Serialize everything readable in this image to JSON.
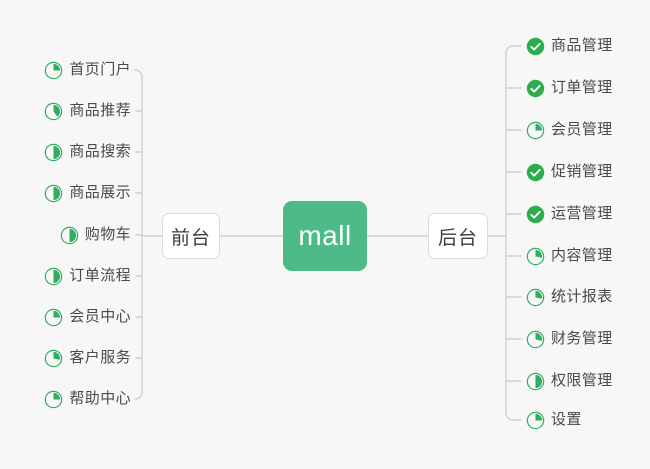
{
  "diagram": {
    "type": "mindmap",
    "background_color": "#f7f7f7",
    "root": {
      "label": "mall",
      "fill": "#4cbb87",
      "text_color": "#ffffff"
    },
    "branches": [
      {
        "label": "前台",
        "side": "left"
      },
      {
        "label": "后台",
        "side": "right"
      }
    ],
    "accent_color": "#2eae5e",
    "line_color": "#cfcfcf"
  },
  "left_items": [
    {
      "label": "首页门户",
      "icon": "pie-progress-icon",
      "progress": 25
    },
    {
      "label": "商品推荐",
      "icon": "pie-progress-icon",
      "progress": 40
    },
    {
      "label": "商品搜索",
      "icon": "pie-progress-icon",
      "progress": 50
    },
    {
      "label": "商品展示",
      "icon": "pie-progress-icon",
      "progress": 50
    },
    {
      "label": "购物车",
      "icon": "pie-progress-icon",
      "progress": 50
    },
    {
      "label": "订单流程",
      "icon": "pie-progress-icon",
      "progress": 50
    },
    {
      "label": "会员中心",
      "icon": "pie-progress-icon",
      "progress": 25
    },
    {
      "label": "客户服务",
      "icon": "pie-progress-icon",
      "progress": 28
    },
    {
      "label": "帮助中心",
      "icon": "pie-progress-icon",
      "progress": 25
    }
  ],
  "right_items": [
    {
      "label": "商品管理",
      "icon": "check-circle-icon",
      "progress": 100
    },
    {
      "label": "订单管理",
      "icon": "check-circle-icon",
      "progress": 100
    },
    {
      "label": "会员管理",
      "icon": "pie-progress-icon",
      "progress": 25
    },
    {
      "label": "促销管理",
      "icon": "check-circle-icon",
      "progress": 100
    },
    {
      "label": "运营管理",
      "icon": "check-circle-icon",
      "progress": 100
    },
    {
      "label": "内容管理",
      "icon": "pie-progress-icon",
      "progress": 28
    },
    {
      "label": "统计报表",
      "icon": "pie-progress-icon",
      "progress": 28
    },
    {
      "label": "财务管理",
      "icon": "pie-progress-icon",
      "progress": 28
    },
    {
      "label": "权限管理",
      "icon": "pie-progress-icon",
      "progress": 50
    },
    {
      "label": "设置",
      "icon": "pie-progress-icon",
      "progress": 25
    }
  ]
}
